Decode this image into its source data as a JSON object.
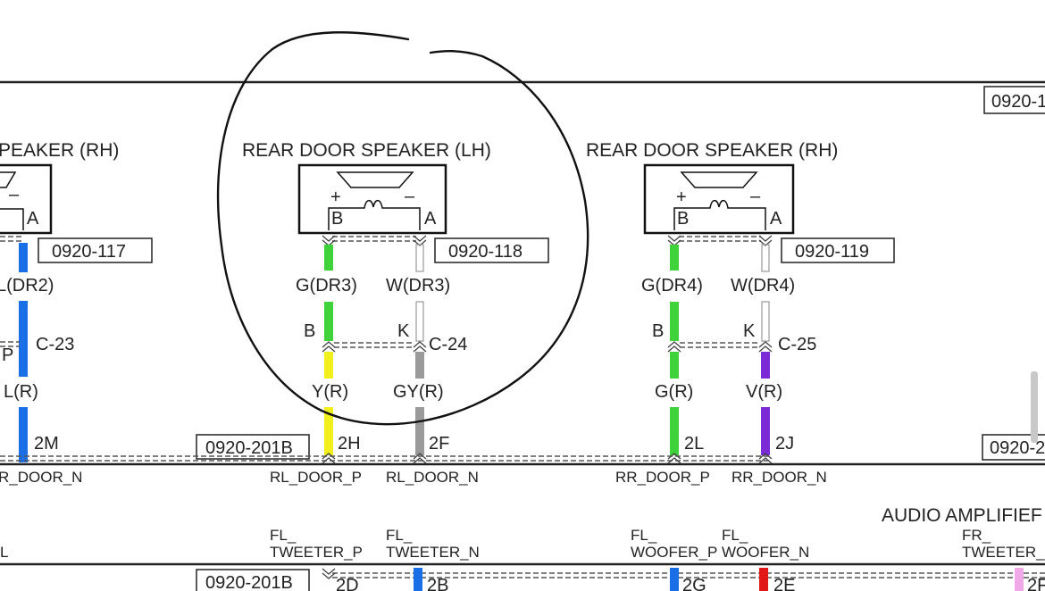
{
  "speakers": {
    "left_partial": {
      "title": "PEAKER (RH)",
      "pin_a": "A",
      "connector": "0920-117",
      "minus": "–"
    },
    "rear_lh": {
      "title": "REAR DOOR SPEAKER (LH)",
      "pin_b": "B",
      "pin_a": "A",
      "plus": "+",
      "minus": "–",
      "connector": "0920-118"
    },
    "rear_rh": {
      "title": "REAR DOOR SPEAKER (RH)",
      "pin_b": "B",
      "pin_a": "A",
      "plus": "+",
      "minus": "–",
      "connector": "0920-119"
    }
  },
  "wires": {
    "partial_upper": "L(DR2)",
    "partial_mid_pin": "P",
    "partial_connector": "C-23",
    "partial_lower": "L(R)",
    "partial_pin": "2M",
    "lh_pos_upper": "G(DR3)",
    "lh_neg_upper": "W(DR3)",
    "lh_pos_mid_pin": "B",
    "lh_neg_mid_pin": "K",
    "lh_connector": "C-24",
    "lh_pos_lower": "Y(R)",
    "lh_neg_lower": "GY(R)",
    "lh_pos_pin": "2H",
    "lh_neg_pin": "2F",
    "rh_pos_upper": "G(DR4)",
    "rh_neg_upper": "W(DR4)",
    "rh_pos_mid_pin": "B",
    "rh_neg_mid_pin": "K",
    "rh_connector": "C-25",
    "rh_pos_lower": "G(R)",
    "rh_neg_lower": "V(R)",
    "rh_pos_pin": "2L",
    "rh_neg_pin": "2J"
  },
  "connectors": {
    "top_right": "0920-1",
    "amp_left": "0920-201B",
    "amp_right": "0920-2",
    "bottom_left": "0920-201B"
  },
  "signals": {
    "partial": "R_DOOR_N",
    "rl_p": "RL_DOOR_P",
    "rl_n": "RL_DOOR_N",
    "rr_p": "RR_DOOR_P",
    "rr_n": "RR_DOOR_N"
  },
  "amplifier": {
    "title": "AUDIO AMPLIFIEF",
    "partial_l": "L",
    "fl_tweeter_p": [
      "FL_",
      "TWEETER_P"
    ],
    "fl_tweeter_n": [
      "FL_",
      "TWEETER_N"
    ],
    "fl_woofer_p": [
      "FL_",
      "WOOFER_P"
    ],
    "fl_woofer_n": [
      "FL_",
      "WOOFER_N"
    ],
    "fr_tweeter": [
      "FR_",
      "TWEETER_"
    ],
    "pins": [
      "2D",
      "2B",
      "2G",
      "2E",
      "2F"
    ]
  },
  "colors": {
    "blue": "#1a6fe6",
    "green": "#3fd23a",
    "yellow": "#f1ef1c",
    "gray": "#9a9a9a",
    "violet": "#7a2bd6",
    "red": "#e01818",
    "pink": "#f0a8e8",
    "white_wire": "#ffffff"
  }
}
